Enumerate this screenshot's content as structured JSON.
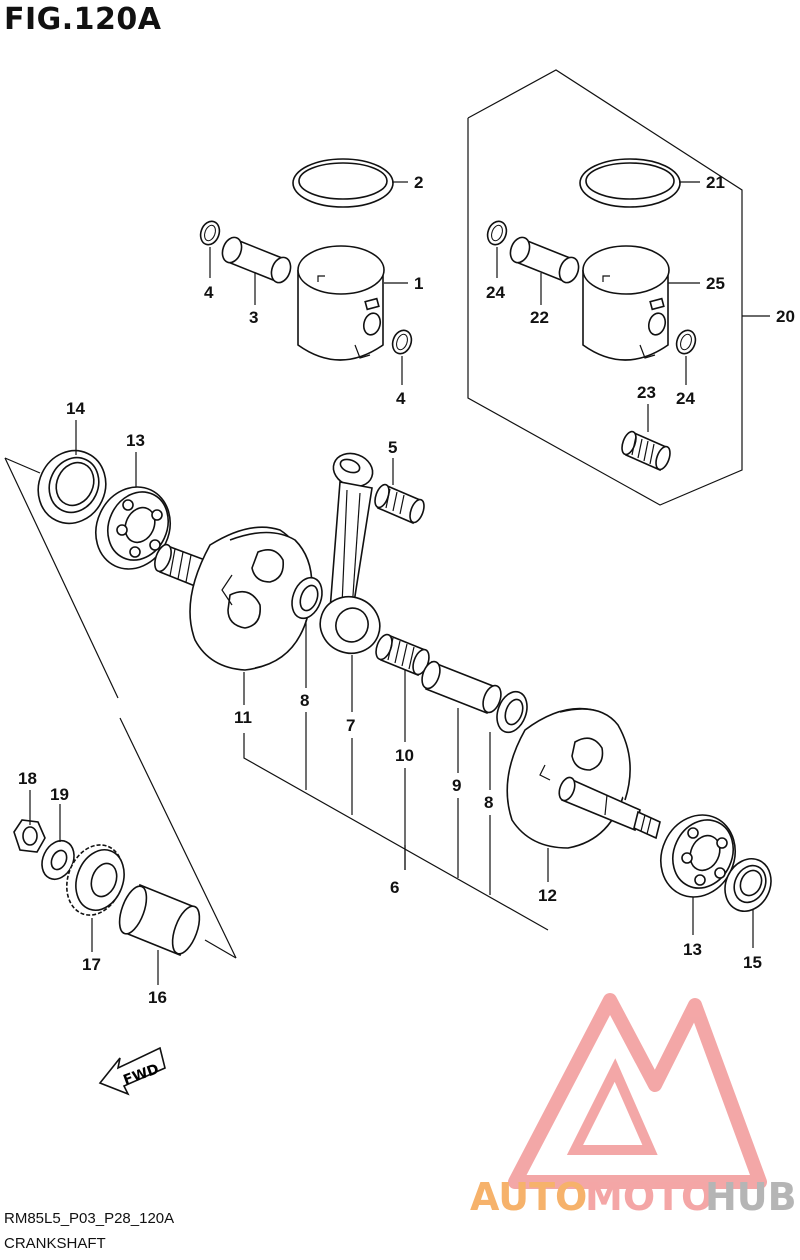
{
  "figure": {
    "title": "FIG.120A",
    "code": "RM85L5_P03_P28_120A",
    "name": "CRANKSHAFT"
  },
  "fwd_label": "FWD",
  "watermark": {
    "part1": "AUTO",
    "part2": "MOTO",
    "part3": "HUB",
    "colors": {
      "orange": "#f6b26b",
      "pink": "#f4a6a6",
      "gray": "#b5b5b5",
      "logo": "#f08a8a"
    }
  },
  "callouts": {
    "c1": "1",
    "c2": "2",
    "c3": "3",
    "c4a": "4",
    "c4b": "4",
    "c5": "5",
    "c6": "6",
    "c7": "7",
    "c8a": "8",
    "c8b": "8",
    "c9": "9",
    "c10": "10",
    "c11": "11",
    "c12": "12",
    "c13a": "13",
    "c13b": "13",
    "c14": "14",
    "c15": "15",
    "c16": "16",
    "c17": "17",
    "c18": "18",
    "c19": "19",
    "c20": "20",
    "c21": "21",
    "c22": "22",
    "c23": "23",
    "c24a": "24",
    "c24b": "24",
    "c25": "25"
  }
}
